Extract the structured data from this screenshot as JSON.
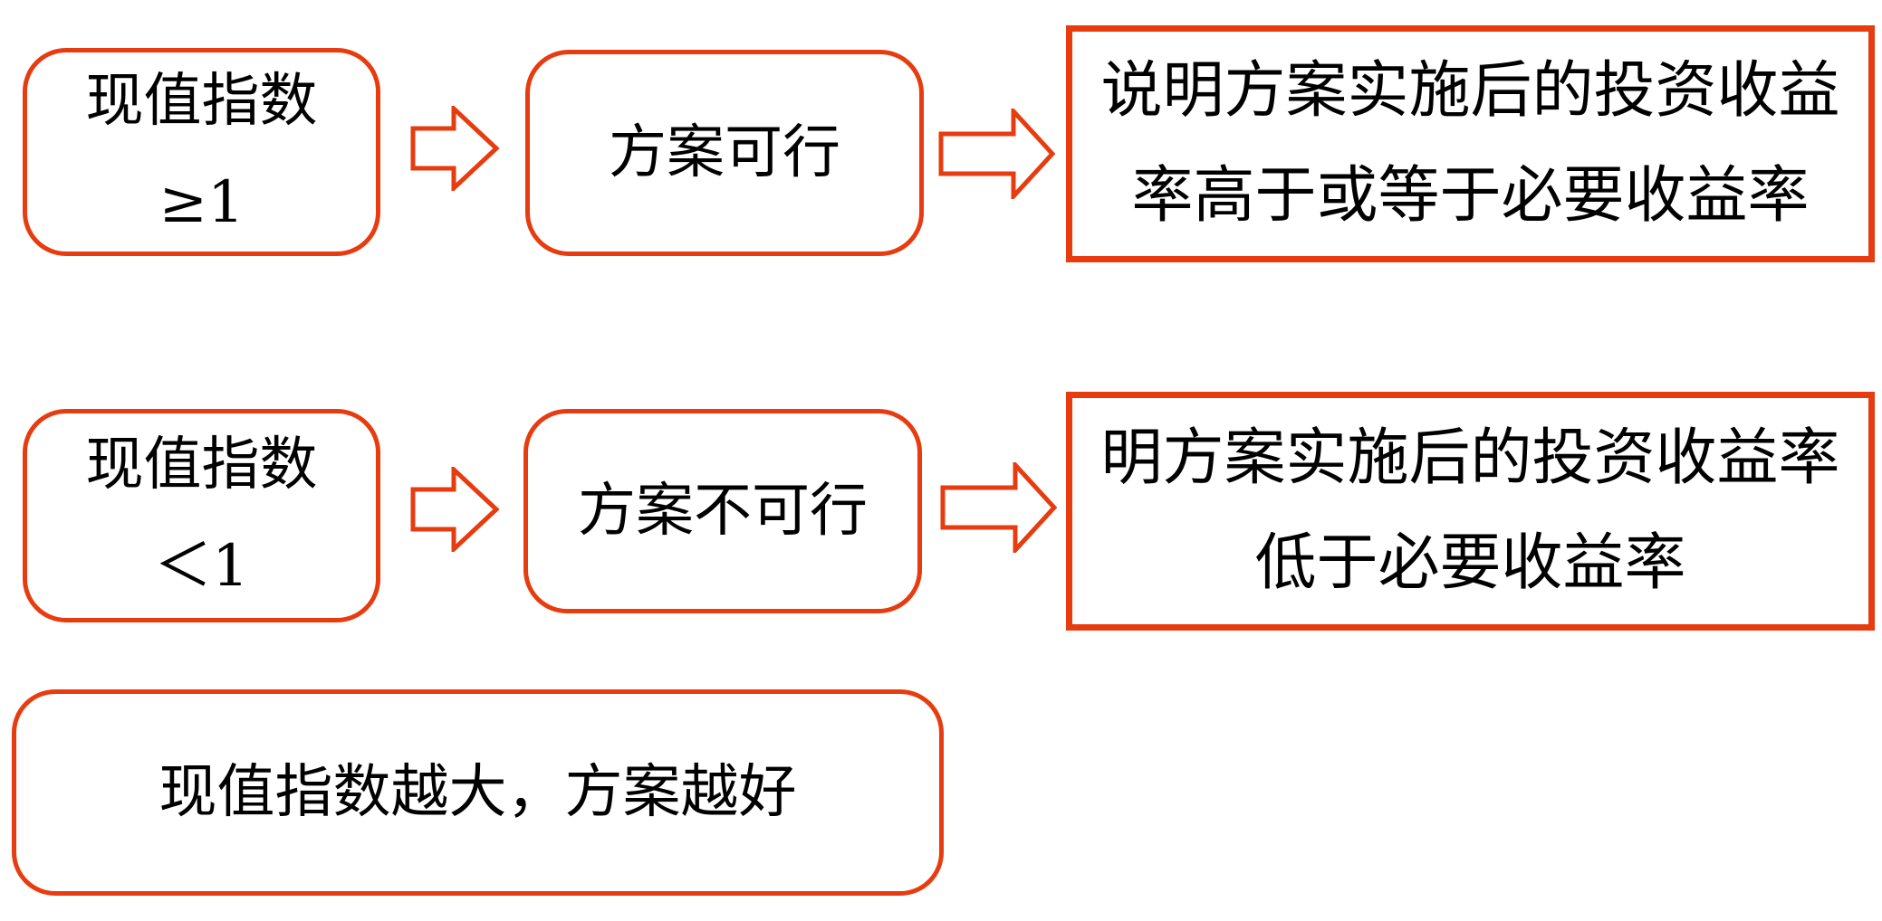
{
  "colors": {
    "accent": "#e63c0f",
    "text": "#000000",
    "background": "#ffffff"
  },
  "icons": {
    "flow_arrow": "hollow-right-block-arrow"
  },
  "diagram": {
    "rows": [
      {
        "condition": {
          "lines": [
            "现值指数",
            "≥1"
          ]
        },
        "verdict": "方案可行",
        "explanation": {
          "lines": [
            "说明方案实施后的投资收益",
            "率高于或等于必要收益率"
          ]
        }
      },
      {
        "condition": {
          "lines": [
            "现值指数",
            "＜1"
          ]
        },
        "verdict": "方案不可行",
        "explanation": {
          "lines": [
            "明方案实施后的投资收益率",
            "低于必要收益率"
          ]
        }
      }
    ],
    "note": "现值指数越大，方案越好"
  }
}
